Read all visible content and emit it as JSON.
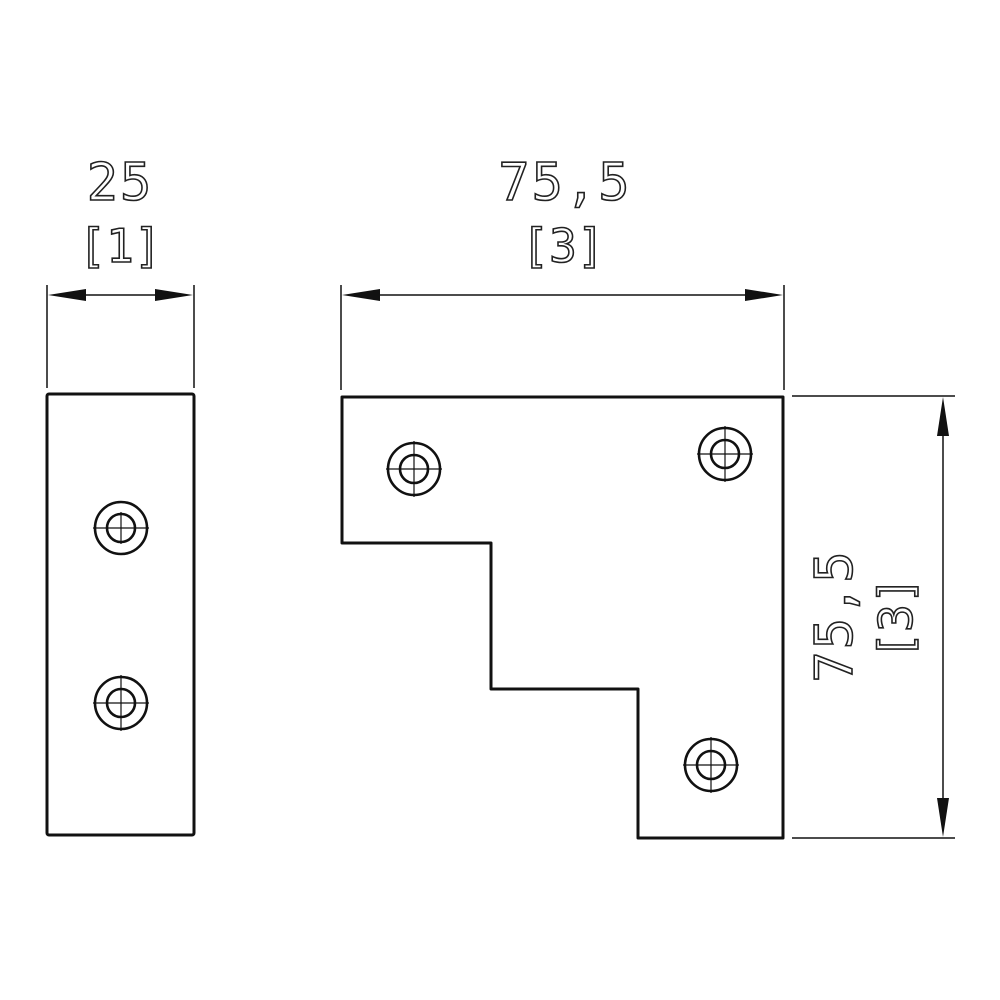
{
  "drawing": {
    "colors": {
      "line": "#111111",
      "background": "#ffffff"
    },
    "side_view": {
      "width_dim": {
        "value": "25",
        "alt_value": "[1]"
      },
      "holes": 2
    },
    "front_view": {
      "width_dim": {
        "value": "75,5",
        "alt_value": "[3]"
      },
      "height_dim": {
        "value": "75,5",
        "alt_value": "[3]"
      },
      "holes": 3
    }
  }
}
